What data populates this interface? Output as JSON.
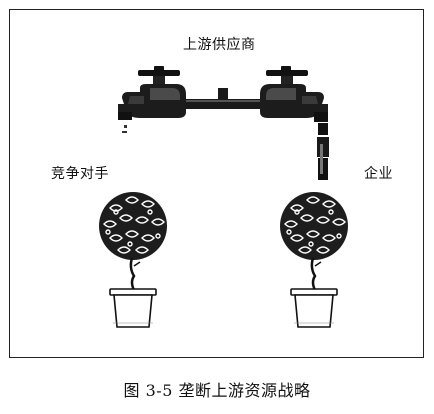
{
  "diagram": {
    "supplier_label": "上游供应商",
    "competitor_label": "竞争对手",
    "company_label": "企业",
    "caption": "图  3-5  垄断上游资源战略",
    "colors": {
      "ink": "#111111",
      "frame": "#222222",
      "background": "#ffffff"
    }
  }
}
